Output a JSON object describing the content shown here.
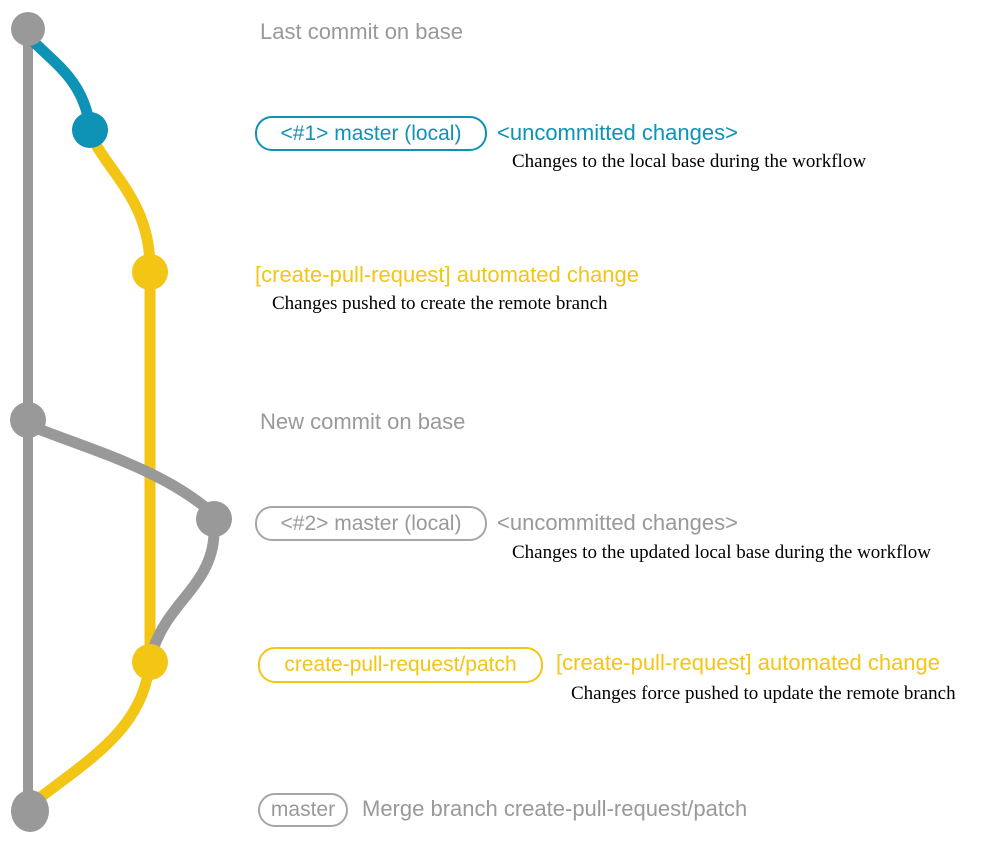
{
  "colors": {
    "base_gray": "#999999",
    "local_blue": "#0E92B5",
    "patch_yellow": "#F3C515",
    "desc_black": "#000000"
  },
  "annotations": {
    "last_commit": "Last commit on base",
    "new_commit": "New commit on base"
  },
  "row_local_1": {
    "tag": "<#1> master (local)",
    "title": "<uncommitted changes>",
    "desc": "Changes to the local base during the workflow"
  },
  "row_patch_1": {
    "title": "[create-pull-request] automated change",
    "desc": "Changes pushed to create the remote branch"
  },
  "row_local_2": {
    "tag": "<#2> master (local)",
    "title": "<uncommitted changes>",
    "desc": "Changes to the updated local base during the workflow"
  },
  "row_patch_2": {
    "tag": "create-pull-request/patch",
    "title": "[create-pull-request] automated change",
    "desc": "Changes force pushed to update the remote branch"
  },
  "row_merge": {
    "tag": "master",
    "title": "Merge branch create-pull-request/patch"
  }
}
